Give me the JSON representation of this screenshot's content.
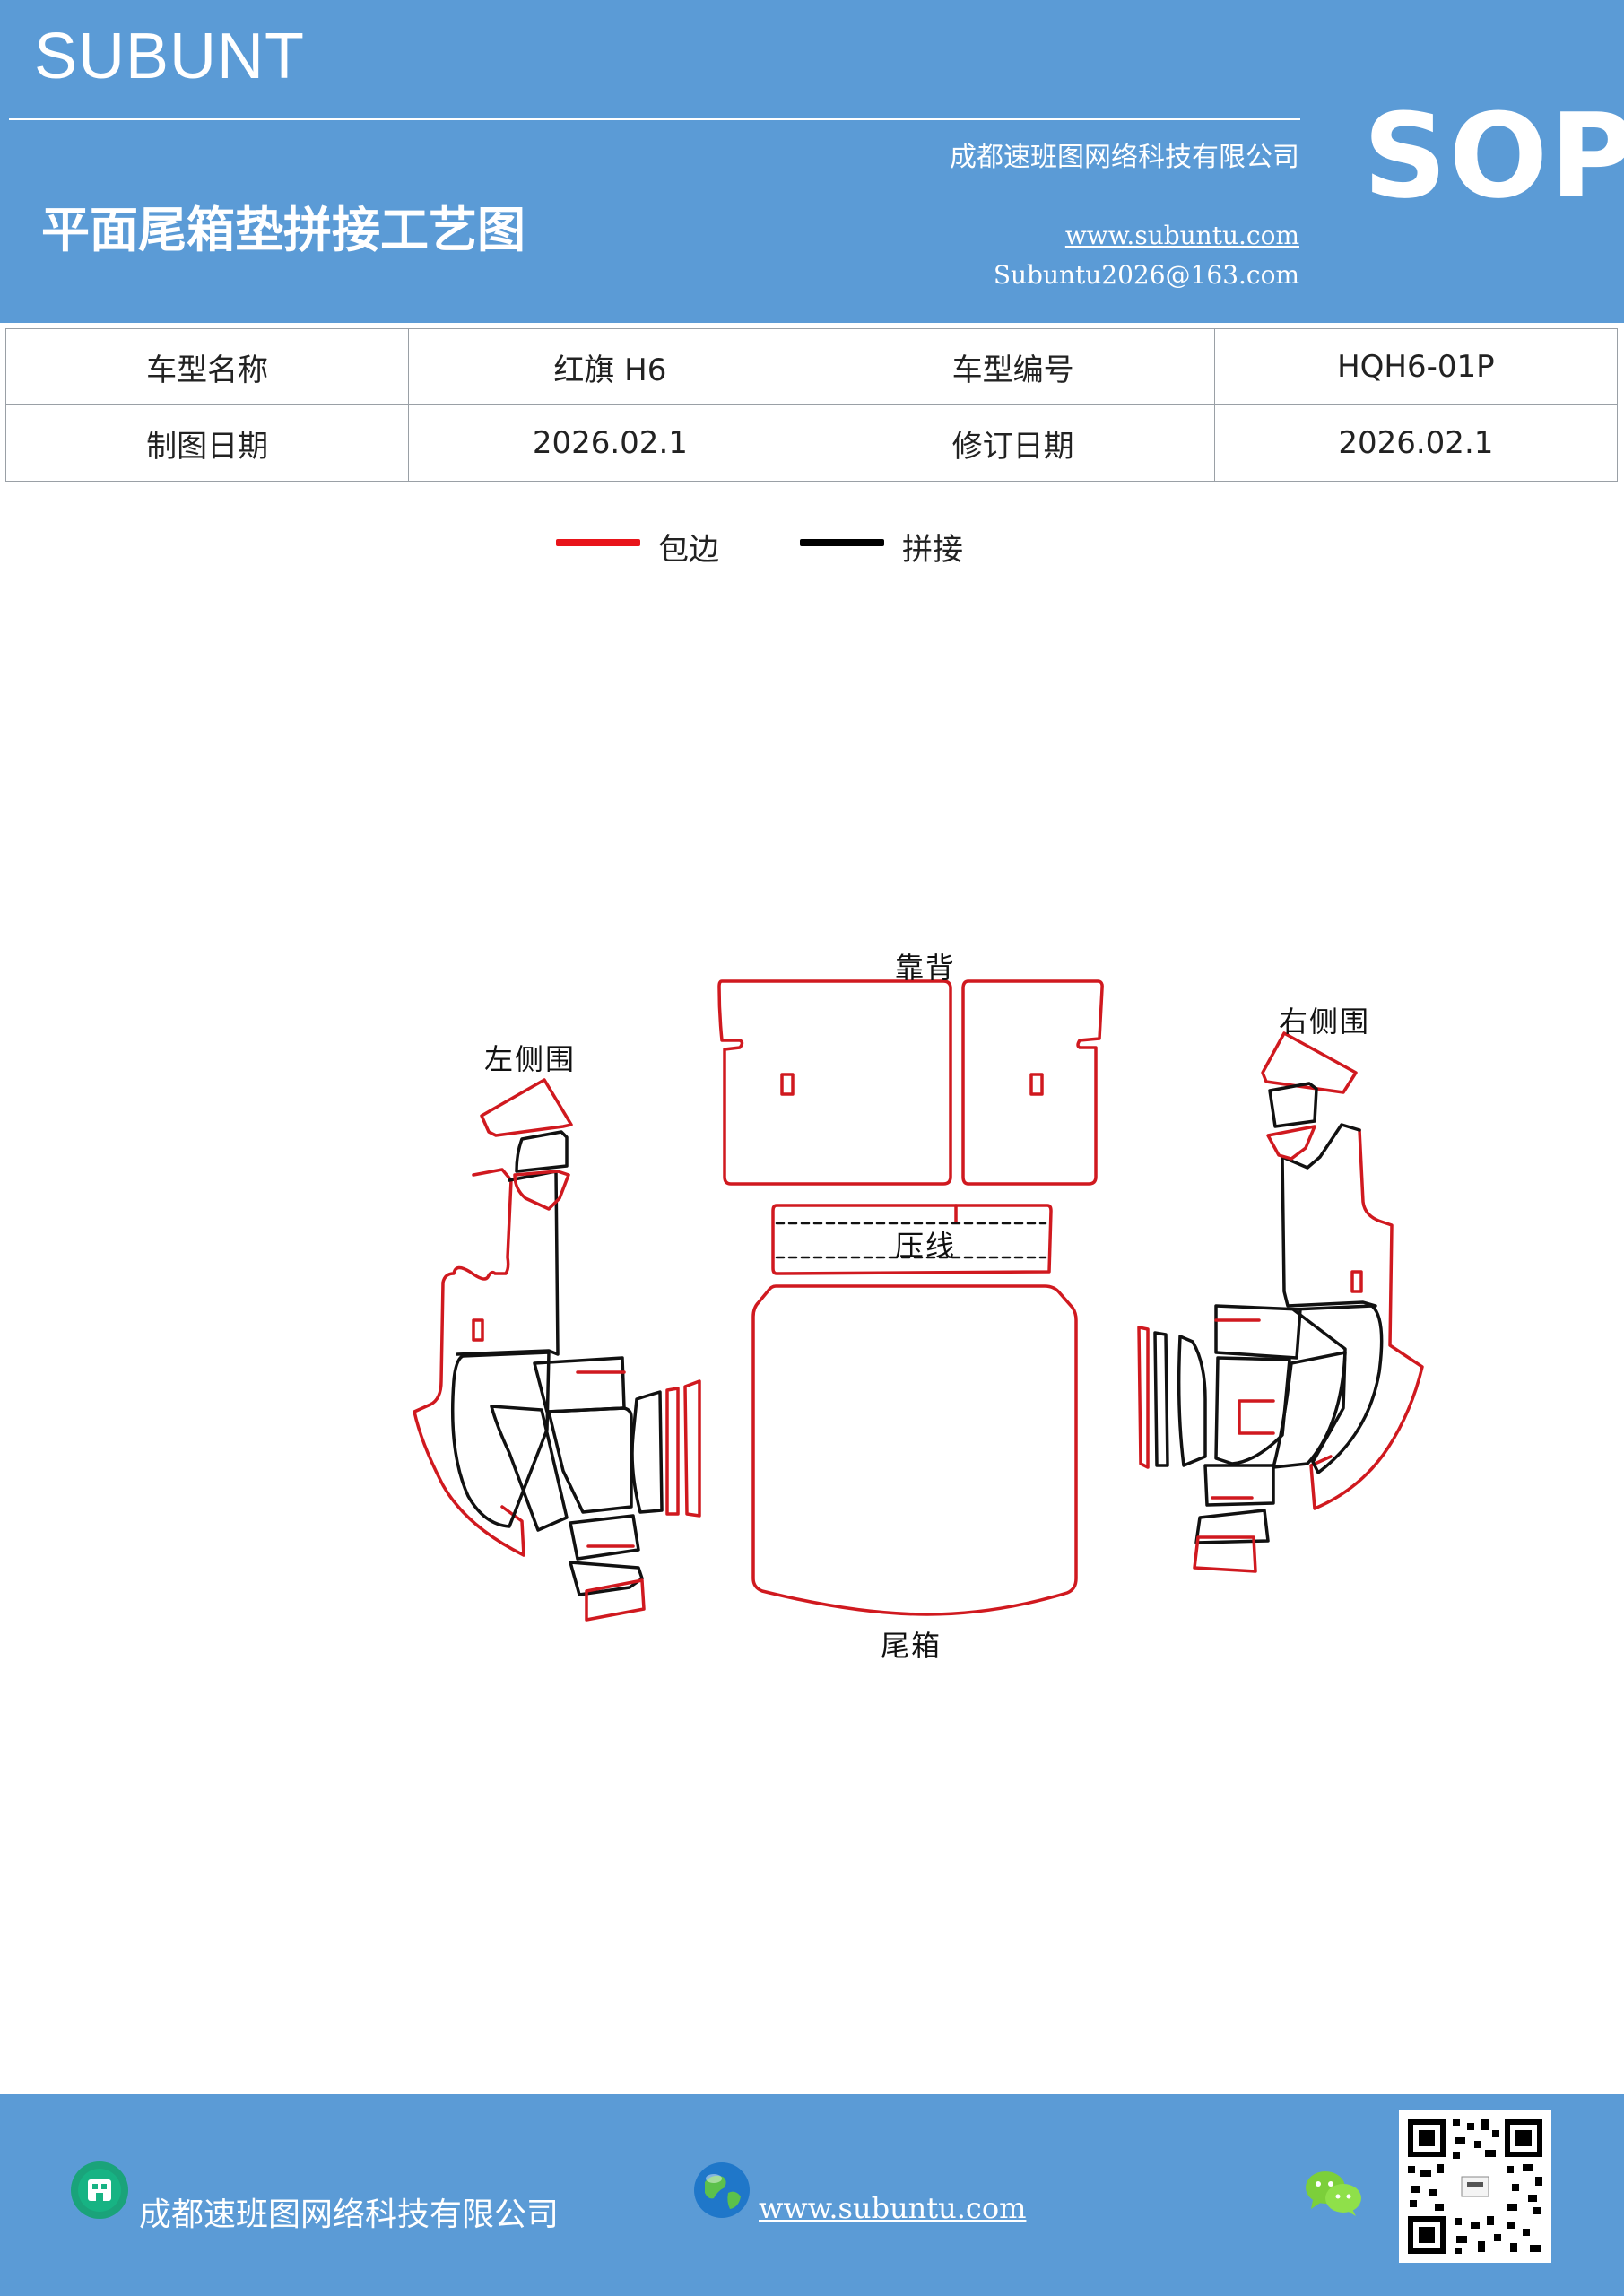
{
  "header": {
    "brand": "SUBUNT",
    "company": "成都速班图网络科技有限公司",
    "title": "平面尾箱垫拼接工艺图",
    "website": "www.subuntu.com",
    "email": "Subuntu2026@163.com",
    "badge": "SOP"
  },
  "info_table": {
    "rows": [
      [
        {
          "text": "车型名称"
        },
        {
          "text": "红旗 H6"
        },
        {
          "text": "车型编号"
        },
        {
          "text": "HQH6-01P"
        }
      ],
      [
        {
          "text": "制图日期"
        },
        {
          "text": "2026.02.1"
        },
        {
          "text": "修订日期"
        },
        {
          "text": "2026.02.1"
        }
      ]
    ]
  },
  "legend": {
    "items": [
      {
        "label": "包边",
        "color": "#e8141a"
      },
      {
        "label": "拼接",
        "color": "#000000"
      }
    ]
  },
  "diagram": {
    "labels": {
      "backrest": "靠背",
      "left_side": "左侧围",
      "right_side": "右侧围",
      "crease": "压线",
      "trunk": "尾箱"
    },
    "edge_color": "#d0191f",
    "seam_color": "#111111"
  },
  "footer": {
    "company": "成都速班图网络科技有限公司",
    "website": "www.subuntu.com",
    "building_icon": "building-icon",
    "globe_icon": "globe-icon",
    "wechat_icon": "wechat-icon",
    "qr_icon": "qr-code-icon",
    "color": "#5b9bd6"
  }
}
